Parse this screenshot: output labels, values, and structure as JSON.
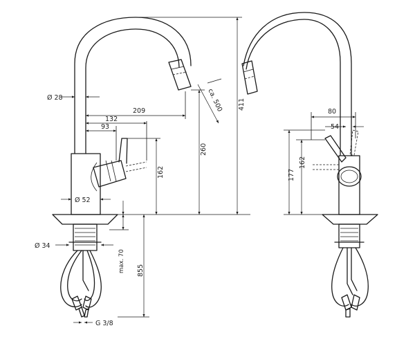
{
  "dimensions": {
    "d28": "Ø 28",
    "d209": "209",
    "d132": "132",
    "d93": "93",
    "d52": "Ø 52",
    "d162_left": "162",
    "d260": "260",
    "d411": "411",
    "dca500": "ca. 500",
    "d34": "Ø 34",
    "dmax70": "max. 70",
    "d855": "855",
    "dg38": "G 3/8",
    "d80": "80",
    "d54": "54",
    "d177": "177",
    "d162_right": "162"
  }
}
